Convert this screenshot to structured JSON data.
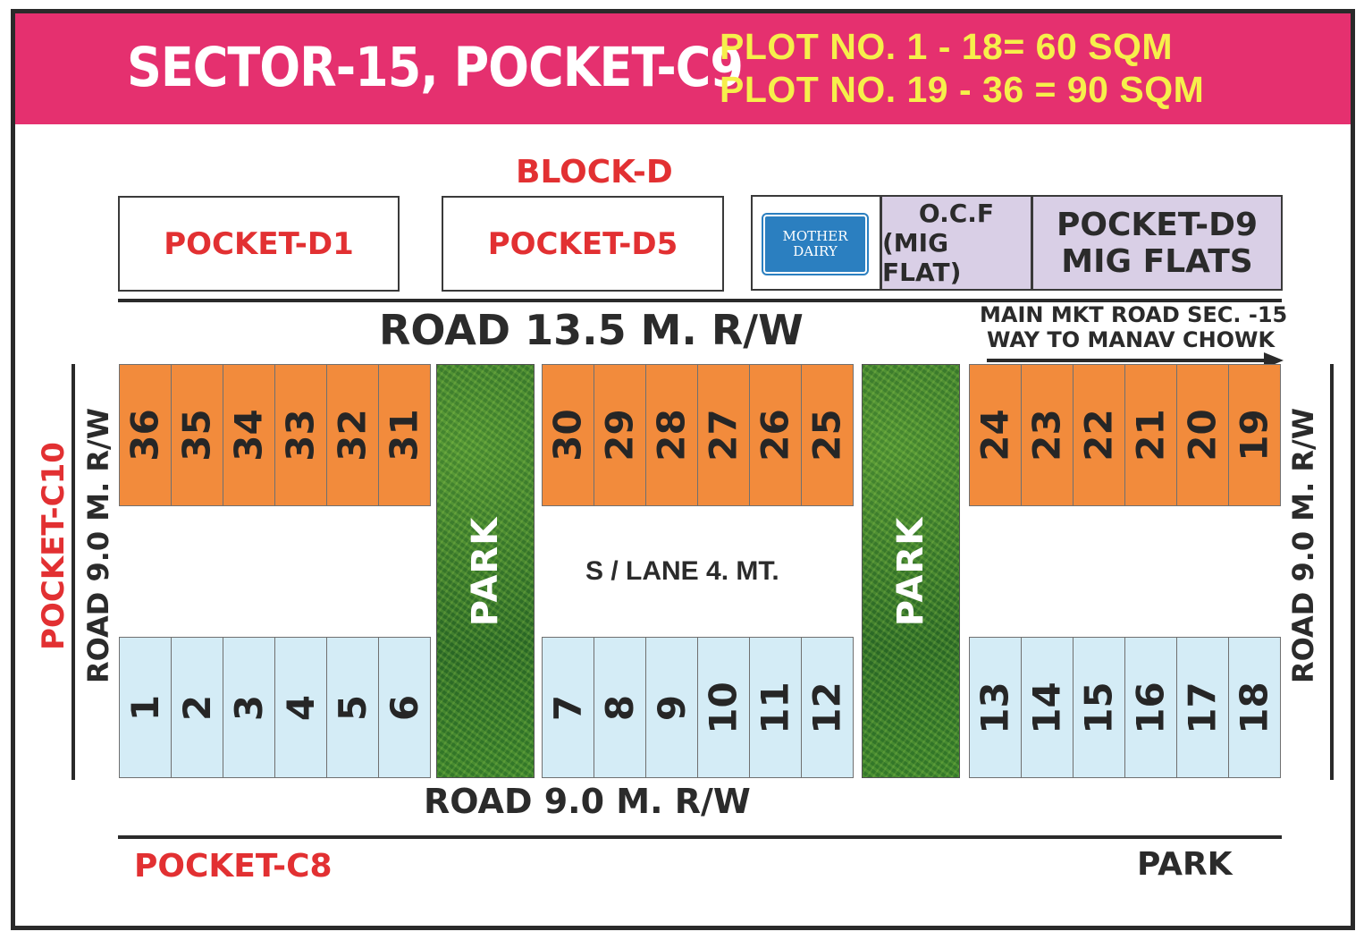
{
  "header": {
    "title": "SECTOR-15, POCKET-C9",
    "plot_line1": "PLOT NO. 1 - 18= 60 SQM",
    "plot_line2": "PLOT NO. 19 - 36 = 90 SQM"
  },
  "top": {
    "block": "BLOCK-D",
    "pocket_d1": "POCKET-D1",
    "pocket_d5": "POCKET-D5",
    "logo_line1": "MOTHER",
    "logo_line2": "DAIRY",
    "ocf_line1": "O.C.F",
    "ocf_line2": "(MIG FLAT)",
    "d9_line1": "POCKET-D9",
    "d9_line2": "MIG FLATS"
  },
  "roads": {
    "top": "ROAD 13.5 M. R/W",
    "main_mkt_line1": "MAIN MKT ROAD  SEC. -15",
    "main_mkt_line2": "WAY TO MANAV CHOWK",
    "left": "ROAD 9.0 M. R/W",
    "right": "ROAD 9.0 M. R/W",
    "bottom": "ROAD 9.0 M. R/W",
    "lane": "S / LANE 4. MT."
  },
  "neighbors": {
    "left": "POCKET-C10",
    "bottom_left": "POCKET-C8",
    "bottom_right": "PARK"
  },
  "parks": {
    "label": "PARK"
  },
  "plots": {
    "top_row": [
      "36",
      "35",
      "34",
      "33",
      "32",
      "31",
      "30",
      "29",
      "28",
      "27",
      "26",
      "25",
      "24",
      "23",
      "22",
      "21",
      "20",
      "19"
    ],
    "bottom_row": [
      "1",
      "2",
      "3",
      "4",
      "5",
      "6",
      "7",
      "8",
      "9",
      "10",
      "11",
      "12",
      "13",
      "14",
      "15",
      "16",
      "17",
      "18"
    ]
  },
  "colors": {
    "header": "#e5306f",
    "header_plot_text": "#f6ef4b",
    "plot_90sqm": "#f28b3c",
    "plot_60sqm": "#d4ecf6",
    "pocket_label": "#e23032",
    "mig": "#d9cfe6"
  }
}
